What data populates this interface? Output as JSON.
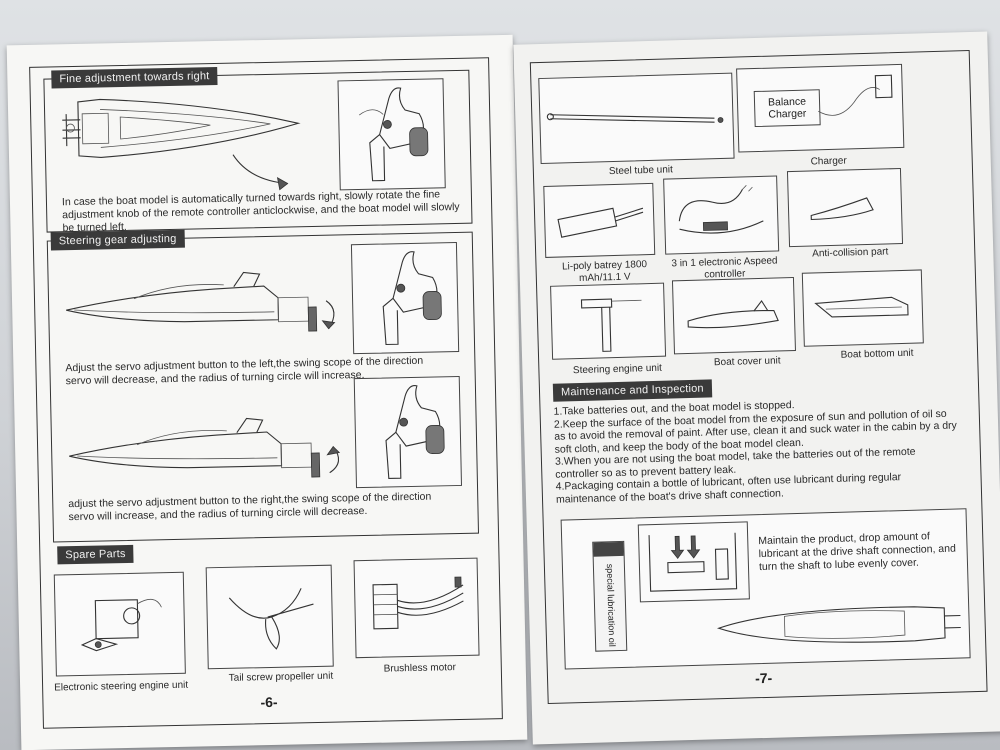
{
  "left_page": {
    "fine_adjustment": {
      "heading": "Fine adjustment towards right",
      "text": "In case the boat model is automatically turned towards right, slowly rotate the fine adjustment knob of the remote controller anticlockwise, and the boat model will slowly be turned left."
    },
    "steering_gear": {
      "heading": "Steering gear adjusting",
      "text_left": "Adjust the servo adjustment button to the left,the swing scope of the direction servo will decrease, and the radius of turning circle will increase.",
      "text_right": "adjust the servo adjustment button to the right,the swing scope of the direction servo will increase, and the radius of turning circle will decrease."
    },
    "spare_parts": {
      "heading": "Spare Parts",
      "items": [
        {
          "label": "Electronic steering engine unit"
        },
        {
          "label": "Tail screw propeller unit"
        },
        {
          "label": "Brushless motor"
        }
      ]
    },
    "page_number": "-6-"
  },
  "right_page": {
    "parts": [
      {
        "label": "Steel tube unit"
      },
      {
        "label": "Charger",
        "box_label": "Balance Charger"
      },
      {
        "label": "Li-poly batrey 1800 mAh/11.1 V"
      },
      {
        "label": "3 in 1 electronic Aspeed controller"
      },
      {
        "label": "Anti-collision part"
      },
      {
        "label": "Steering engine unit"
      },
      {
        "label": "Boat cover unit"
      },
      {
        "label": "Boat bottom unit"
      }
    ],
    "maintenance": {
      "heading": "Maintenance and Inspection",
      "items": [
        "1.Take batteries out, and the boat model is stopped.",
        "2.Keep the surface of the boat model from the exposure of sun and pollution of oil so as to avoid the removal of paint. After use, clean it and suck water in the cabin by a dry soft cloth, and keep the body of the boat model clean.",
        "3.When you are not using the boat model, take the batteries out of the remote controller so as to prevent battery leak.",
        "4.Packaging contain a bottle of lubricant, often use lubricant during regular maintenance of the boat's drive shaft connection."
      ],
      "lube_text": "Maintain the product, drop amount of lubricant at the drive shaft connection, and turn the shaft to lube evenly cover.",
      "tube_label": "special lubrication oil"
    },
    "page_number": "-7-"
  }
}
